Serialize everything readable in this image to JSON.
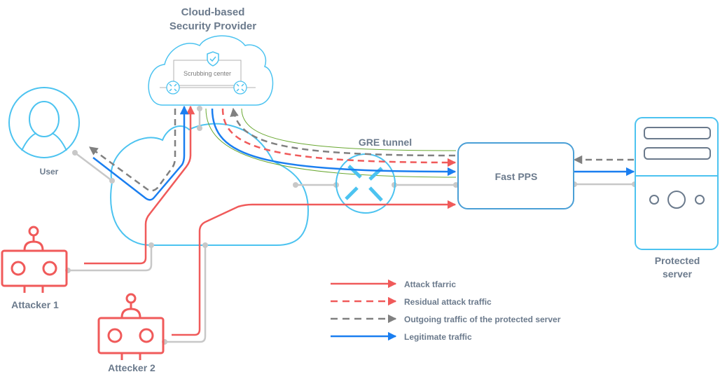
{
  "title": {
    "line1": "Cloud-based",
    "line2": "Security Provider"
  },
  "nodes": {
    "scrubbing_center": "Scrubbing center",
    "user": "User",
    "attacker1": "Attacker 1",
    "attacker2": "Attecker 2",
    "gre_tunnel": "GRE tunnel",
    "fast_pps": "Fast PPS",
    "protected_server_line1": "Protected",
    "protected_server_line2": "server"
  },
  "legend": [
    {
      "label": "Attack tfarric",
      "style": "solid",
      "color": "#f05a5a"
    },
    {
      "label": "Residual attack traffic",
      "style": "dashed",
      "color": "#f05a5a"
    },
    {
      "label": "Outgoing traffic of the protected server",
      "style": "dashed",
      "color": "#808080"
    },
    {
      "label": "Legitimate traffic",
      "style": "solid",
      "color": "#1a7ef0"
    }
  ],
  "colors": {
    "attack": "#f05a5a",
    "legit": "#1a7ef0",
    "outgoing": "#808080",
    "outline": "#4cc3f0",
    "link": "#c8c8c8",
    "tunnel": "#6aa832",
    "text": "#6b7a8c"
  }
}
